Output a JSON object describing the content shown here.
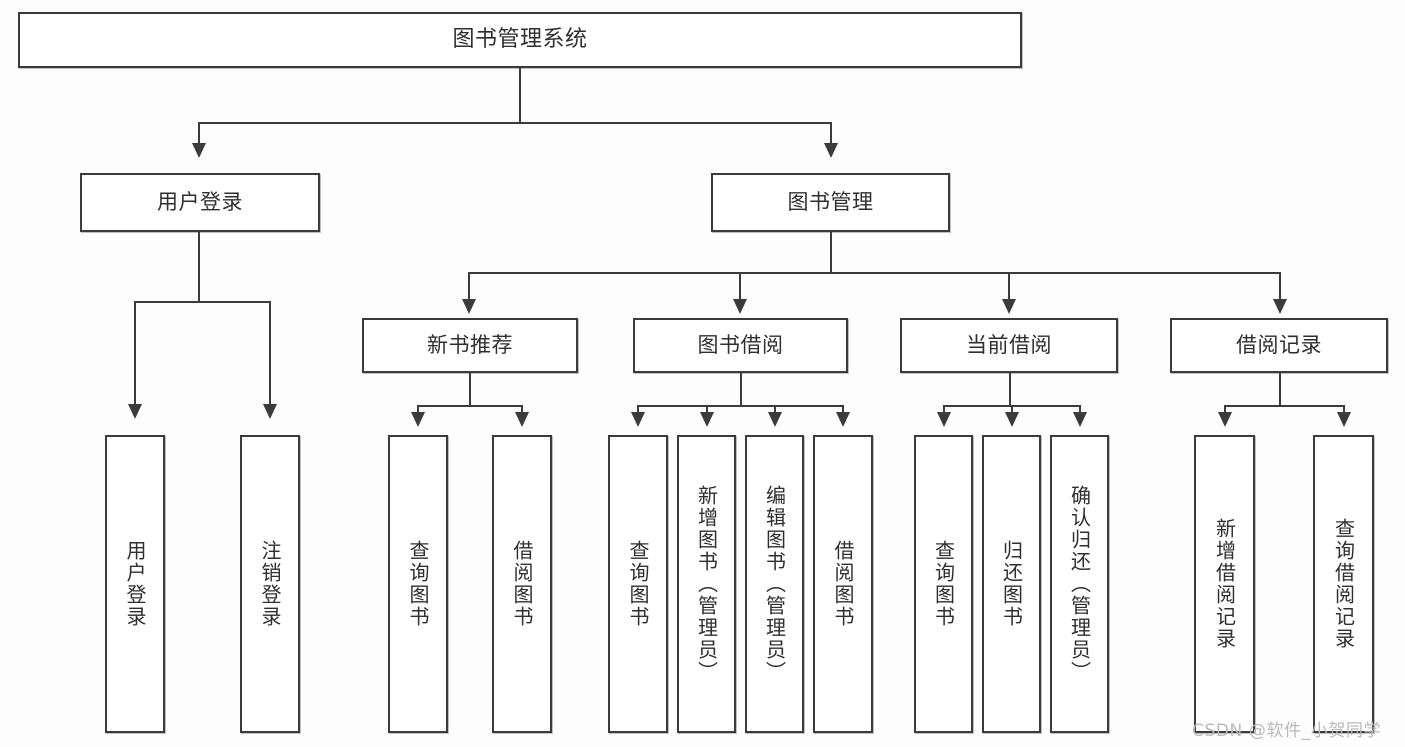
{
  "diagram": {
    "title": "图书管理系统",
    "type": "tree",
    "root": {
      "label": "图书管理系统"
    },
    "level2": [
      {
        "label": "用户登录"
      },
      {
        "label": "图书管理"
      }
    ],
    "level3": [
      {
        "label": "新书推荐"
      },
      {
        "label": "图书借阅"
      },
      {
        "label": "当前借阅"
      },
      {
        "label": "借阅记录"
      }
    ],
    "leaves": {
      "user_login": [
        {
          "label": "用户登录"
        },
        {
          "label": "注销登录"
        }
      ],
      "new_book_recommend": [
        {
          "label": "查询图书"
        },
        {
          "label": "借阅图书"
        }
      ],
      "book_borrow": [
        {
          "label": "查询图书"
        },
        {
          "label": "新增图书（管理员）"
        },
        {
          "label": "编辑图书（管理员）"
        },
        {
          "label": "借阅图书"
        }
      ],
      "current_borrow": [
        {
          "label": "查询图书"
        },
        {
          "label": "归还图书"
        },
        {
          "label": "确认归还（管理员）"
        }
      ],
      "borrow_record": [
        {
          "label": "新增借阅记录"
        },
        {
          "label": "查询借阅记录"
        }
      ]
    }
  },
  "watermark": {
    "text": "CSDN @软件_小贺同学"
  },
  "colors": {
    "stroke": "#3b3b3b",
    "text": "#2f2f2f",
    "background": "#fdfdfd",
    "watermark": "#b9b9b9"
  }
}
